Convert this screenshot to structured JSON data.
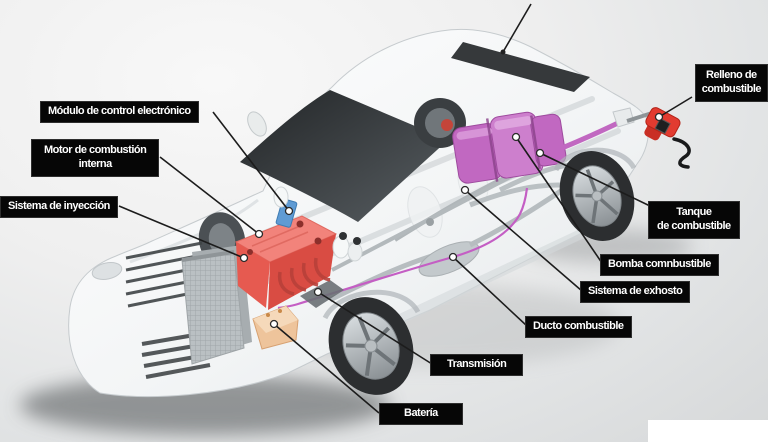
{
  "diagram": {
    "subject": "car-fuel-system-cutaway",
    "labels": [
      {
        "id": "modulo-control",
        "lines": [
          "Módulo de control electrónico"
        ]
      },
      {
        "id": "motor-combustion",
        "lines": [
          "Motor de combustión",
          "interna"
        ]
      },
      {
        "id": "sistema-inyeccion",
        "lines": [
          "Sistema de inyección"
        ]
      },
      {
        "id": "relleno-combustible",
        "lines": [
          "Relleno de",
          "combustible"
        ]
      },
      {
        "id": "tanque-combustible",
        "lines": [
          "Tanque",
          "de combustible"
        ]
      },
      {
        "id": "bomba-combustible",
        "lines": [
          "Bomba comnbustible"
        ]
      },
      {
        "id": "sistema-exhosto",
        "lines": [
          "Sistema de exhosto"
        ]
      },
      {
        "id": "ducto-combustible",
        "lines": [
          "Ducto combustible"
        ]
      },
      {
        "id": "transmision",
        "lines": [
          "Transmisión"
        ]
      },
      {
        "id": "bateria",
        "lines": [
          "Batería"
        ]
      }
    ],
    "colors": {
      "label_background": "#060606",
      "label_text": "#ffffff",
      "callout_line": "#1c1c1c",
      "engine": "#ee6e66",
      "fuel_tank": "#c46ec4",
      "fuel_line": "#c45ec4",
      "battery": "#eec49b",
      "control_module": "#5f9bd4",
      "fuel_nozzle": "#e23b30"
    }
  }
}
